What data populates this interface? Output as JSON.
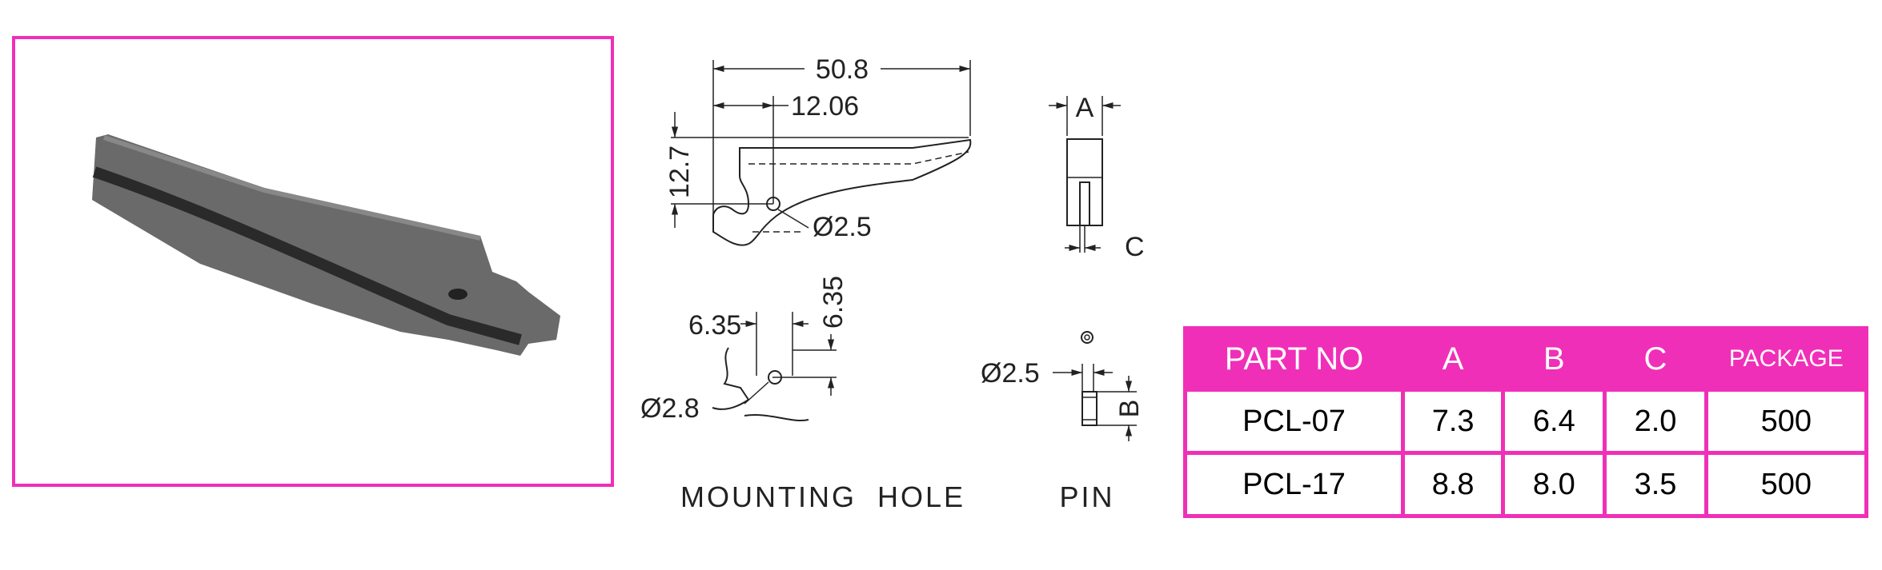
{
  "colors": {
    "accent": "#f02fb8",
    "line": "#222222"
  },
  "side_view": {
    "overall_length": "50.8",
    "hole_offset": "12.06",
    "height": "12.7",
    "hole_dia": "Ø2.5"
  },
  "end_view": {
    "width_label": "A",
    "gap_label": "C"
  },
  "mounting_hole": {
    "horiz": "6.35",
    "vert": "6.35",
    "hole_dia": "Ø2.8",
    "caption": "MOUNTING  HOLE"
  },
  "pin": {
    "dia": "Ø2.5",
    "length_label": "B",
    "caption": "PIN"
  },
  "table": {
    "headers": [
      "PART NO",
      "A",
      "B",
      "C",
      "PACKAGE"
    ],
    "rows": [
      [
        "PCL-07",
        "7.3",
        "6.4",
        "2.0",
        "500"
      ],
      [
        "PCL-17",
        "8.8",
        "8.0",
        "3.5",
        "500"
      ]
    ]
  }
}
